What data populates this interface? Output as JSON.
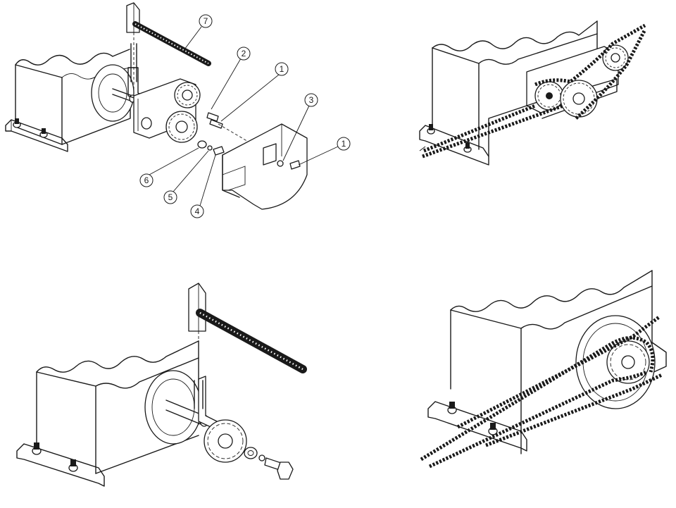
{
  "callouts": {
    "c7": "7",
    "c2": "2",
    "c1a": "1",
    "c3": "3",
    "c1b": "1",
    "c6": "6",
    "c5": "5",
    "c4": "4"
  }
}
